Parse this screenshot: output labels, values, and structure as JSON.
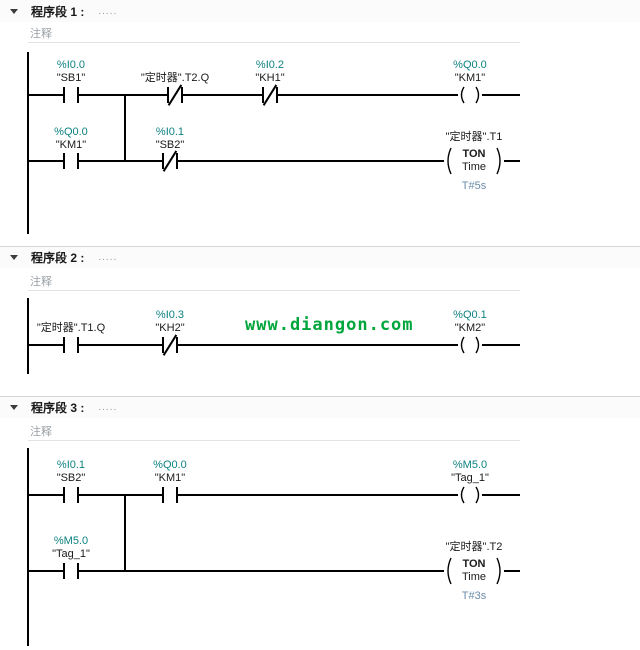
{
  "colors": {
    "operand_teal": "#0e8181",
    "time_value_blue": "#6b8ca9",
    "watermark_green": "#00a63c",
    "wire_black": "#000000",
    "comment_gray": "#9aa0a6"
  },
  "watermark": {
    "text": "www.diangon.com"
  },
  "networks": [
    {
      "title": "程序段 1 :",
      "title_dots": ".....",
      "comment_label": "注释",
      "rung1": {
        "c1": {
          "addr": "%I0.0",
          "tag": "\"SB1\""
        },
        "c2": {
          "tag": "\"定时器\".T2.Q"
        },
        "c3": {
          "addr": "%I0.2",
          "tag": "\"KH1\""
        },
        "coil": {
          "addr": "%Q0.0",
          "tag": "\"KM1\""
        }
      },
      "rung2": {
        "c1": {
          "addr": "%Q0.0",
          "tag": "\"KM1\""
        },
        "c2": {
          "addr": "%I0.1",
          "tag": "\"SB2\""
        },
        "timer": {
          "label": "\"定时器\".T1",
          "type": "TON",
          "datatype": "Time",
          "preset": "T#5s"
        }
      }
    },
    {
      "title": "程序段 2 :",
      "title_dots": ".....",
      "comment_label": "注释",
      "rung1": {
        "c1": {
          "tag": "\"定时器\".T1.Q"
        },
        "c2": {
          "addr": "%I0.3",
          "tag": "\"KH2\""
        },
        "coil": {
          "addr": "%Q0.1",
          "tag": "\"KM2\""
        }
      }
    },
    {
      "title": "程序段 3 :",
      "title_dots": ".....",
      "comment_label": "注释",
      "rung1": {
        "c1": {
          "addr": "%I0.1",
          "tag": "\"SB2\""
        },
        "c2": {
          "addr": "%Q0.0",
          "tag": "\"KM1\""
        },
        "coil": {
          "addr": "%M5.0",
          "tag": "\"Tag_1\""
        }
      },
      "rung2": {
        "c1": {
          "addr": "%M5.0",
          "tag": "\"Tag_1\""
        },
        "timer": {
          "label": "\"定时器\".T2",
          "type": "TON",
          "datatype": "Time",
          "preset": "T#3s"
        }
      }
    }
  ]
}
